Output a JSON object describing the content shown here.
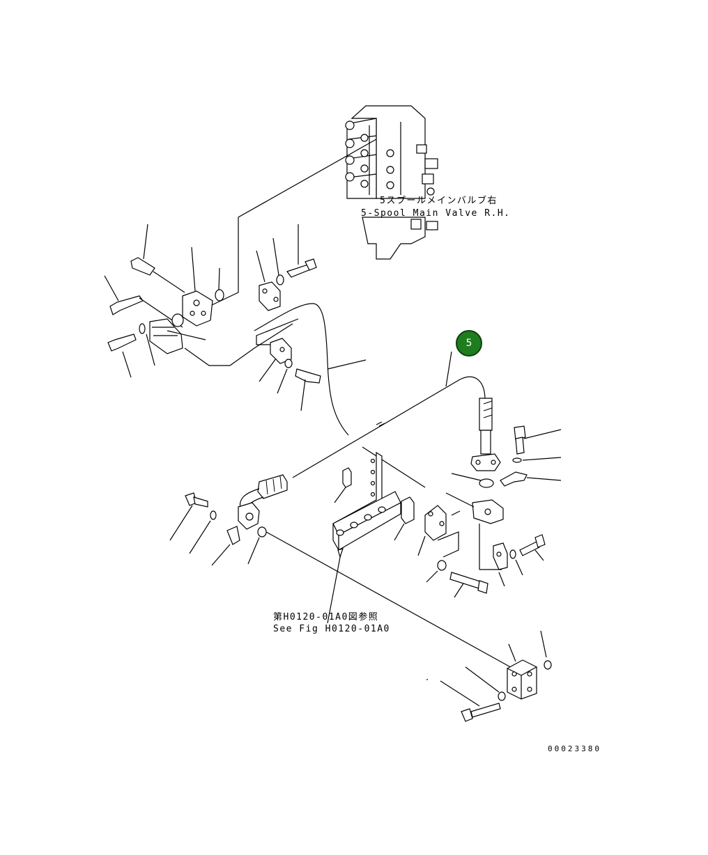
{
  "main_valve": {
    "label_jp": "5スプールメインバルブ右",
    "label_en": "5-Spool Main Valve R.H."
  },
  "reference": {
    "label_jp": "第H0120-01A0図参照",
    "label_en": "See Fig H0120-01A0"
  },
  "callout": {
    "number": "5",
    "color": "#1e7d1e"
  },
  "drawing_number": "00023380"
}
